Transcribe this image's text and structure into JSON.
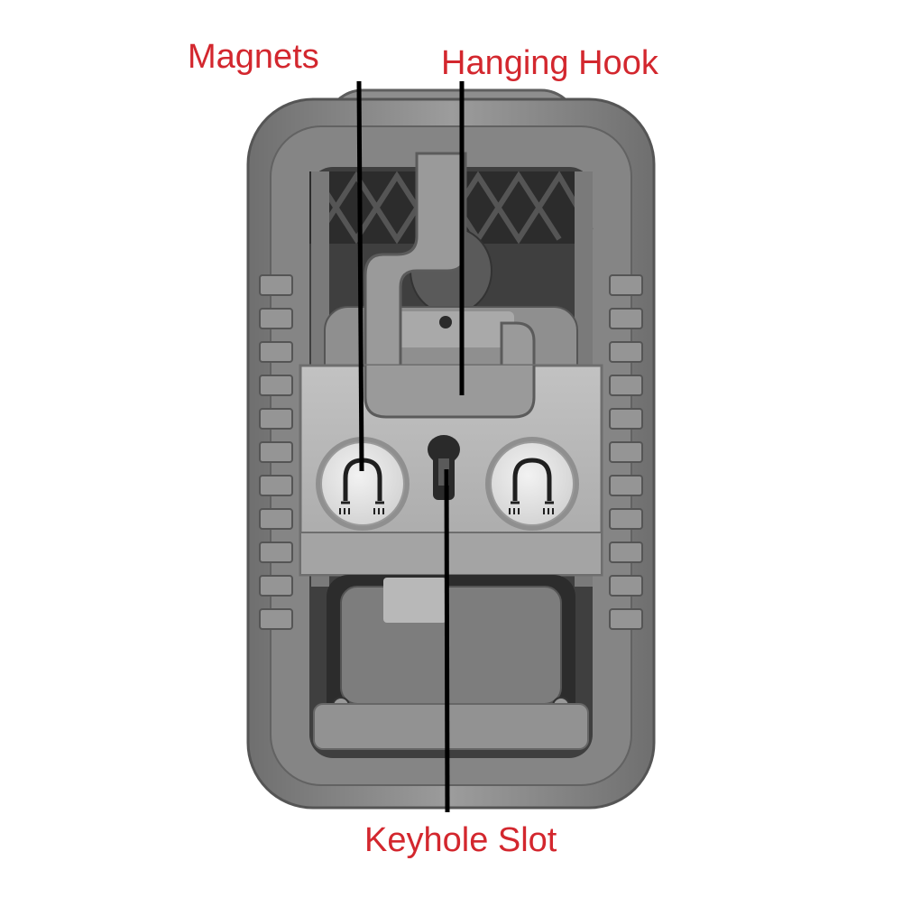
{
  "labels": {
    "magnets": "Magnets",
    "hanging_hook": "Hanging Hook",
    "keyhole_slot": "Keyhole Slot"
  },
  "colors": {
    "label_text": "#d3272e",
    "leader_line": "#000000",
    "body_frame": "#8a8a8a",
    "body_frame_light": "#a3a3a3",
    "inner_dark": "#4a4a4a",
    "plate": "#b5b5b5",
    "magnet_disc": "#e3e3e3",
    "background": "#ffffff"
  },
  "icons": [
    "magnet-icon",
    "keyhole-icon",
    "screw-icon"
  ]
}
